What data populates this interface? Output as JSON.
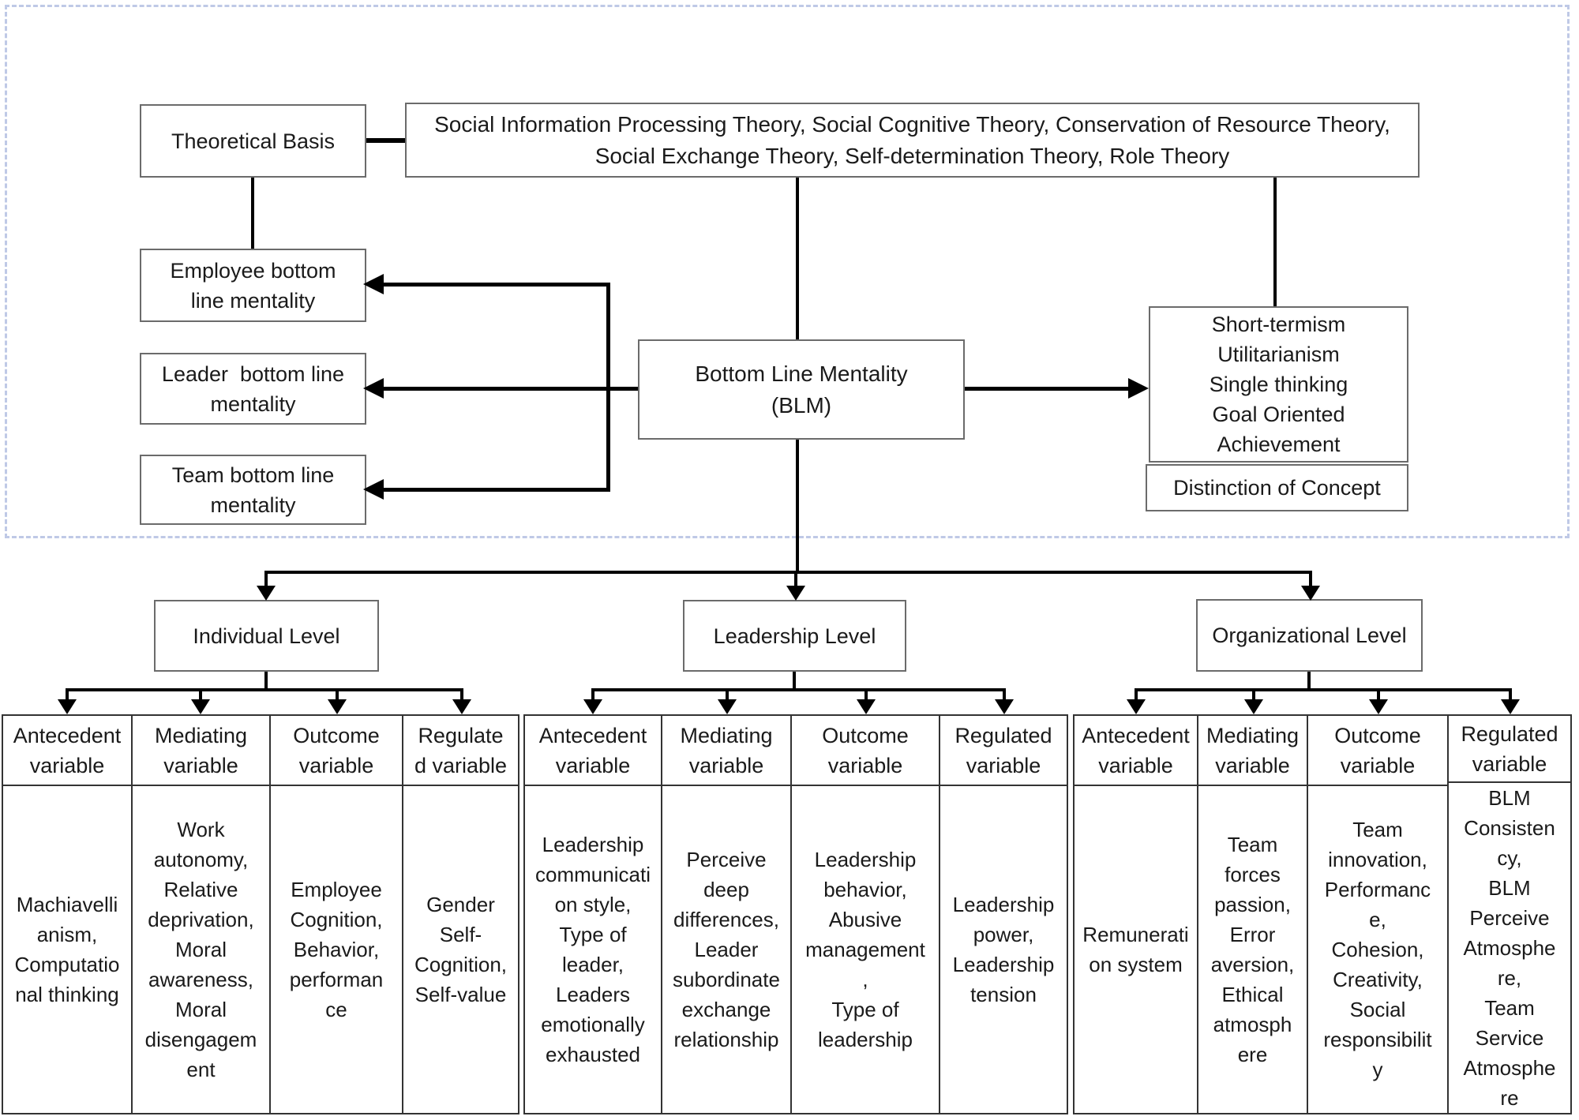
{
  "boxes": {
    "theoretical_basis": "Theoretical Basis",
    "theories": "Social Information Processing Theory, Social Cognitive Theory, Conservation of Resource Theory,\nSocial Exchange Theory, Self-determination Theory, Role Theory",
    "employee_blm": "Employee bottom\nline mentality",
    "leader_blm": "Leader  bottom line\nmentality",
    "team_blm": "Team bottom line\nmentality",
    "blm": "Bottom Line Mentality\n(BLM)",
    "blm_features": "Short-termism\nUtilitarianism\nSingle thinking\nGoal Oriented\nAchievement",
    "distinction": "Distinction of Concept",
    "individual_level": "Individual Level",
    "leadership_level": "Leadership Level",
    "organizational_level": "Organizational Level"
  },
  "table": {
    "groups": [
      {
        "level": "Individual Level",
        "columns": [
          {
            "header": "Antecedent\nvariable",
            "content": "Machiavelli\nanism,\nComputatio\nnal thinking"
          },
          {
            "header": "Mediating\nvariable",
            "content": "Work\nautonomy,\nRelative\ndeprivation,\nMoral\nawareness,\nMoral\ndisengagem\nent"
          },
          {
            "header": "Outcome\nvariable",
            "content": "Employee\nCognition,\nBehavior,\nperforman\nce"
          },
          {
            "header": "Regulate\nd variable",
            "content": "Gender\nSelf-\nCognition,\nSelf-value"
          }
        ]
      },
      {
        "level": "Leadership Level",
        "columns": [
          {
            "header": "Antecedent\nvariable",
            "content": "Leadership\ncommunicati\non style,\nType of\nleader,\nLeaders\nemotionally\nexhausted"
          },
          {
            "header": "Mediating\nvariable",
            "content": "Perceive\ndeep\ndifferences,\nLeader\nsubordinate\nexchange\nrelationship"
          },
          {
            "header": "Outcome\nvariable",
            "content": "Leadership\nbehavior,\nAbusive\nmanagement\n,\nType of\nleadership"
          },
          {
            "header": "Regulated\nvariable",
            "content": "Leadership\npower,\nLeadership\ntension"
          }
        ]
      },
      {
        "level": "Organizational Level",
        "columns": [
          {
            "header": "Antecedent\nvariable",
            "content": "Remunerati\non system"
          },
          {
            "header": "Mediating\nvariable",
            "content": "Team\nforces\npassion,\nError\naversion,\nEthical\natmosph\nere"
          },
          {
            "header": "Outcome\nvariable",
            "content": "Team\ninnovation,\nPerformanc\ne,\nCohesion,\nCreativity,\nSocial\nresponsibilit\ny"
          },
          {
            "header": "Regulated\nvariable",
            "content": "BLM\nConsisten\ncy,\nBLM\nPerceive\nAtmosphe\nre,\nTeam\nService\nAtmosphe\nre"
          }
        ]
      }
    ]
  },
  "colors": {
    "background": "#ffffff",
    "line": "#000000",
    "box_border": "#6b6b6b",
    "table_border": "#333333",
    "dashed_border": "#bfc9e6",
    "text": "#1a1a1a"
  }
}
